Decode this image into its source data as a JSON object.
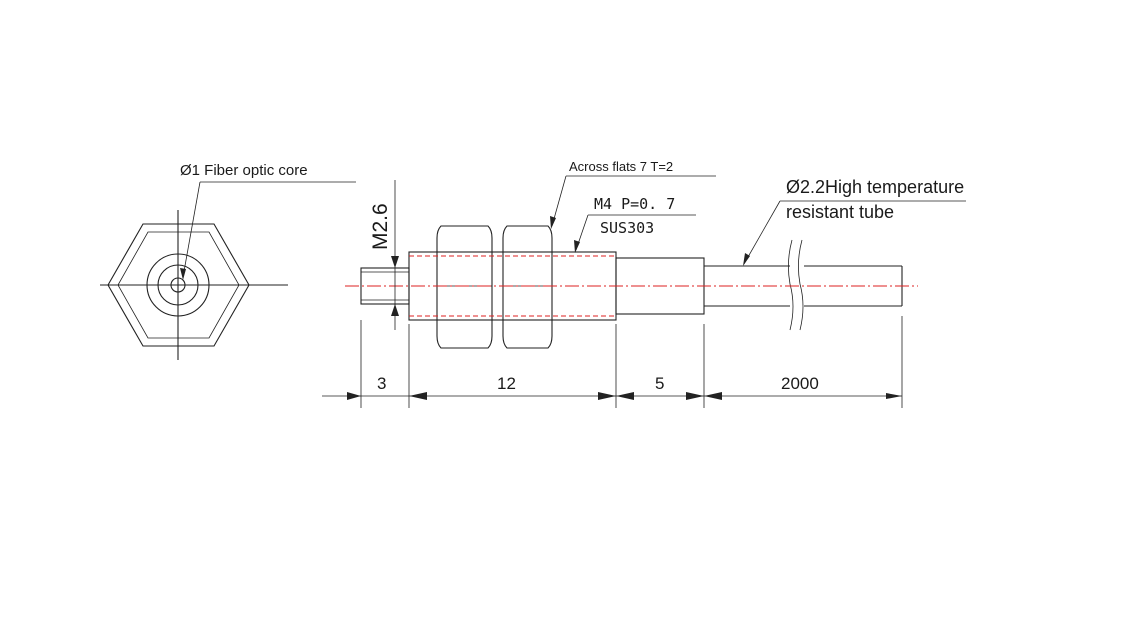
{
  "labels": {
    "fiber_core": "Ø1 Fiber optic core",
    "thread_dia": "M2.6",
    "across_flats": "Across flats 7 T=2",
    "thread_spec": "M4 P=0. 7",
    "material": "SUS303",
    "tube_line1": "Ø2.2High temperature",
    "tube_line2": "resistant tube"
  },
  "dimensions": {
    "d1": "3",
    "d2": "12",
    "d3": "5",
    "d4": "2000"
  },
  "colors": {
    "centerline": "#dd2222",
    "line": "#222222"
  }
}
